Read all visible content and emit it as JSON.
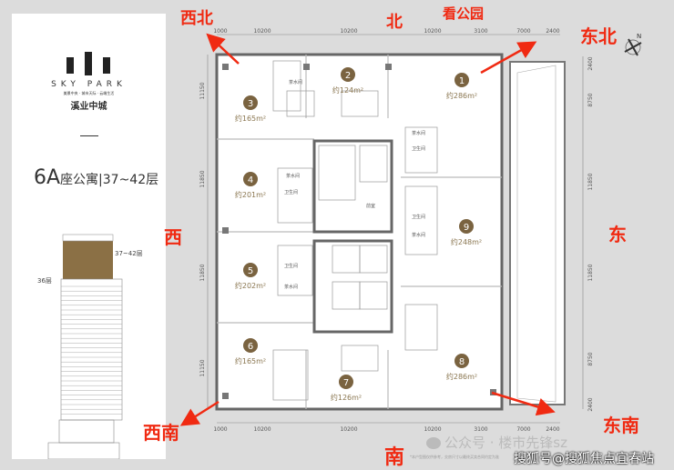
{
  "brand": {
    "logo_text": "SKY PARK",
    "tagline": "美景中央 · 城市天际 · 云端生活",
    "name_cn": "溪业中城"
  },
  "title": {
    "building": "6A",
    "type": "座公寓",
    "floors": "37~42层"
  },
  "elevation": {
    "upper_label": "37~42层",
    "lower_label": "36层",
    "highlight_color": "#8b7045"
  },
  "directions": {
    "nw": "西北",
    "n": "北",
    "park": "看公园",
    "ne": "东北",
    "w": "西",
    "e": "东",
    "sw": "西南",
    "se": "东南",
    "s": "南"
  },
  "compass": "N",
  "dims_top": [
    "1000",
    "10200",
    "10200",
    "10200",
    "3100",
    "7000",
    "2400"
  ],
  "dims_bottom": [
    "1000",
    "10200",
    "10200",
    "10200",
    "3100",
    "7000",
    "2400"
  ],
  "dims_left": [
    "11150",
    "11850",
    "11850",
    "11150"
  ],
  "dims_right": [
    "2400",
    "8750",
    "11850",
    "11850",
    "8750",
    "2400"
  ],
  "units": [
    {
      "no": "1",
      "area": "约286m²"
    },
    {
      "no": "2",
      "area": "约124m²"
    },
    {
      "no": "3",
      "area": "约165m²"
    },
    {
      "no": "4",
      "area": "约201m²"
    },
    {
      "no": "5",
      "area": "约202m²"
    },
    {
      "no": "6",
      "area": "约165m²"
    },
    {
      "no": "7",
      "area": "约126m²"
    },
    {
      "no": "8",
      "area": "约286m²"
    },
    {
      "no": "9",
      "area": "约248m²"
    }
  ],
  "rooms": {
    "tea": "茶水间",
    "wc": "卫生间",
    "lobby": "前室"
  },
  "footnote": "*本户型图仅供参考，交房尺寸以最终买卖合同约定为准",
  "watermark": {
    "wechat": "公众号 · 楼市先锋sz",
    "sohu": "搜狐号@搜狐焦点宜春站"
  },
  "colors": {
    "accent": "#f02a12",
    "unit_badge": "#7a6340"
  }
}
